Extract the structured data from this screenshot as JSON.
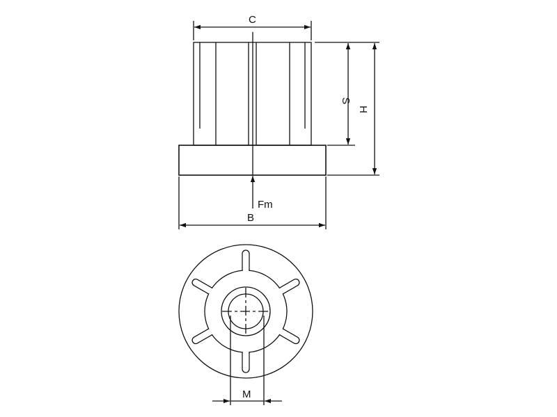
{
  "drawing": {
    "side_view": {
      "labels": {
        "top_diameter": "C",
        "base_diameter": "B",
        "stem_height": "S",
        "total_height": "H",
        "force": "Fm"
      }
    },
    "bottom_view": {
      "labels": {
        "bore": "M"
      },
      "spoke_count": 6
    },
    "line_color": "#111111"
  }
}
